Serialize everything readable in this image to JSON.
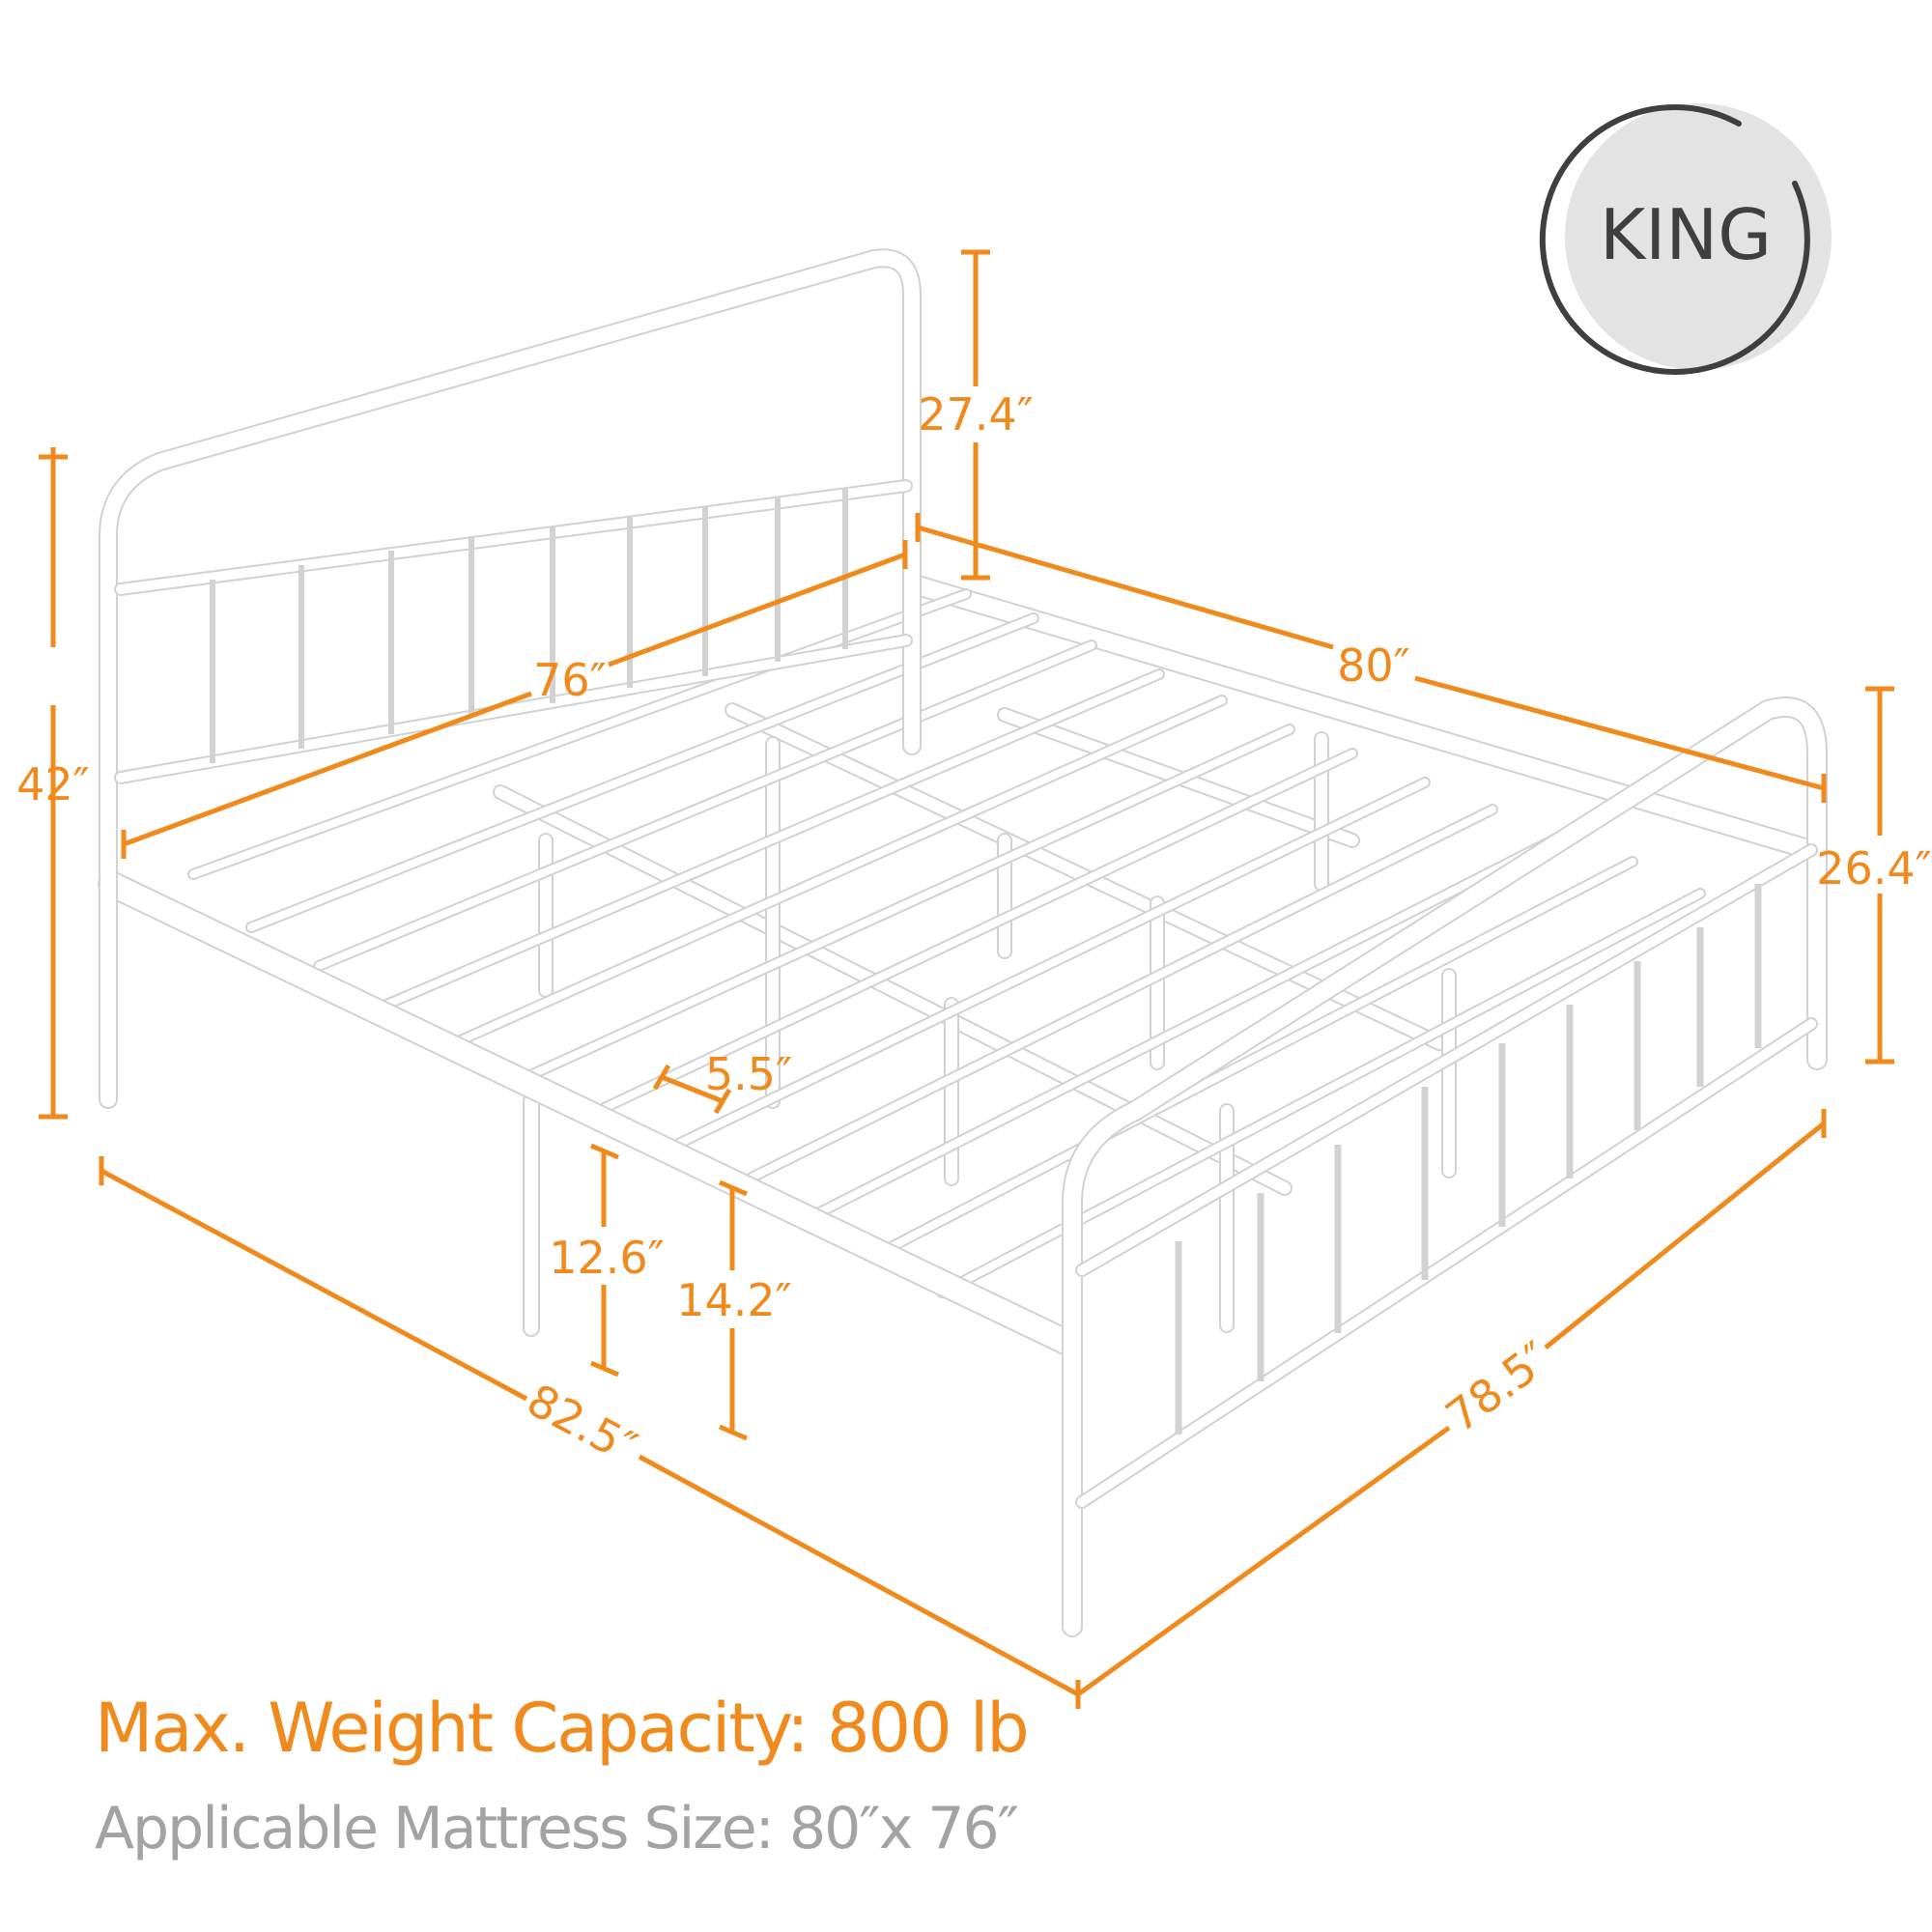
{
  "badge": {
    "label": "KING",
    "fill_color": "#e3e3e3",
    "stroke_color": "#3f3f3f"
  },
  "colors": {
    "dimension": "#f18a1c",
    "frame": "#ffffff",
    "frame_outline": "#d2d2d2",
    "caption_primary": "#f18a1c",
    "caption_secondary": "#a3a3a3"
  },
  "dimensions": {
    "headboard_height": "42″",
    "headboard_above_rail": "27.4″",
    "headboard_width": "76″",
    "frame_inner_length": "80″",
    "footboard_height": "26.4″",
    "slat_spacing": "5.5″",
    "under_bed_clearance_center": "12.6″",
    "under_bed_clearance_side": "14.2″",
    "overall_length": "82.5″",
    "overall_width": "78.5″"
  },
  "captions": {
    "weight_capacity": "Max. Weight Capacity: 800 lb",
    "mattress_size": "Applicable Mattress Size: 80″x 76″"
  }
}
